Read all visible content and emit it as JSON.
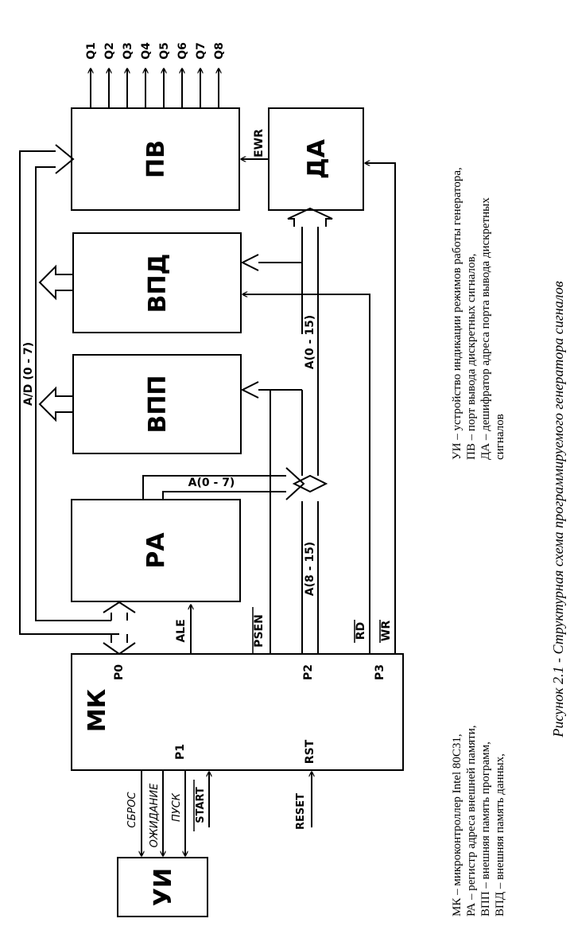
{
  "blocks": {
    "mk": "МК",
    "ui": "УИ",
    "ra": "РА",
    "vpp": "ВПП",
    "vpd": "ВПД",
    "pv": "ПВ",
    "da": "ДА"
  },
  "ports": {
    "p0": "P0",
    "p1": "P1",
    "p2": "P2",
    "p3": "P3",
    "rst": "RST"
  },
  "signals": {
    "ale": "ALE",
    "psen": "PSEN",
    "rd": "RD",
    "wr": "WR",
    "ewr": "EWR",
    "reset": "RESET",
    "start": "START",
    "sbros": "СБРОС",
    "ozhidanie": "ОЖИДАНИЕ",
    "pusk": "ПУСК"
  },
  "buses": {
    "ad": "A/D (0 - 7)",
    "a07": "A(0 - 7)",
    "a815": "A(8 - 15)",
    "a015": "A(0 - 15)"
  },
  "outputs": [
    "Q1",
    "Q2",
    "Q3",
    "Q4",
    "Q5",
    "Q6",
    "Q7",
    "Q8"
  ],
  "legend_left": [
    "МК   – микроконтроллер Intel 80C31,",
    "РА     – регистр адреса внешней памяти,",
    "ВПП – внешняя память программ,",
    "ВПД – внешняя память данных,"
  ],
  "legend_right": [
    "УИ – устройство индикации режимов работы генератора,",
    "ПВ – порт вывода дискретных сигналов,",
    "ДА – дешифратор адреса порта вывода дискретных",
    "сигналов"
  ],
  "caption": "Рисунок 2.1 -  Структурная схема программируемого генератора сигналов"
}
